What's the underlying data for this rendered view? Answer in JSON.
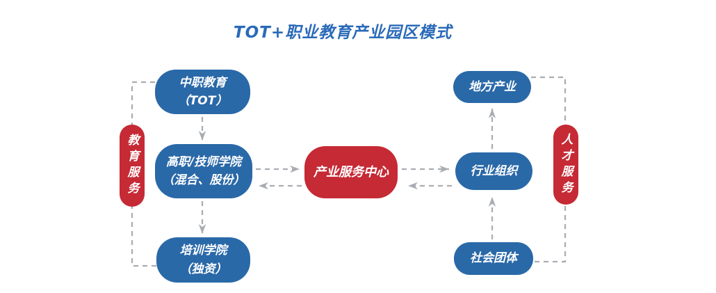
{
  "title": "TOT+职业教育产业园区模式",
  "colors": {
    "node_blue": "#2a69a8",
    "node_red": "#c52a35",
    "title_blue": "#2a6ab8",
    "connector_gray": "#a9adb2",
    "text_white": "#ffffff"
  },
  "nodes": {
    "secondary_vocational": {
      "line1": "中职教育",
      "line2": "（TOT）"
    },
    "higher_college": {
      "line1": "高职/技师学院",
      "line2": "（混合、股份）"
    },
    "training_college": {
      "line1": "培训学院",
      "line2": "（独资）"
    },
    "service_center": {
      "label": "产业服务中心"
    },
    "local_industry": {
      "label": "地方产业"
    },
    "industry_org": {
      "label": "行业组织"
    },
    "social_groups": {
      "label": "社会团体"
    },
    "education_service": {
      "label": "教育服务"
    },
    "talent_service": {
      "label": "人才服务"
    }
  }
}
